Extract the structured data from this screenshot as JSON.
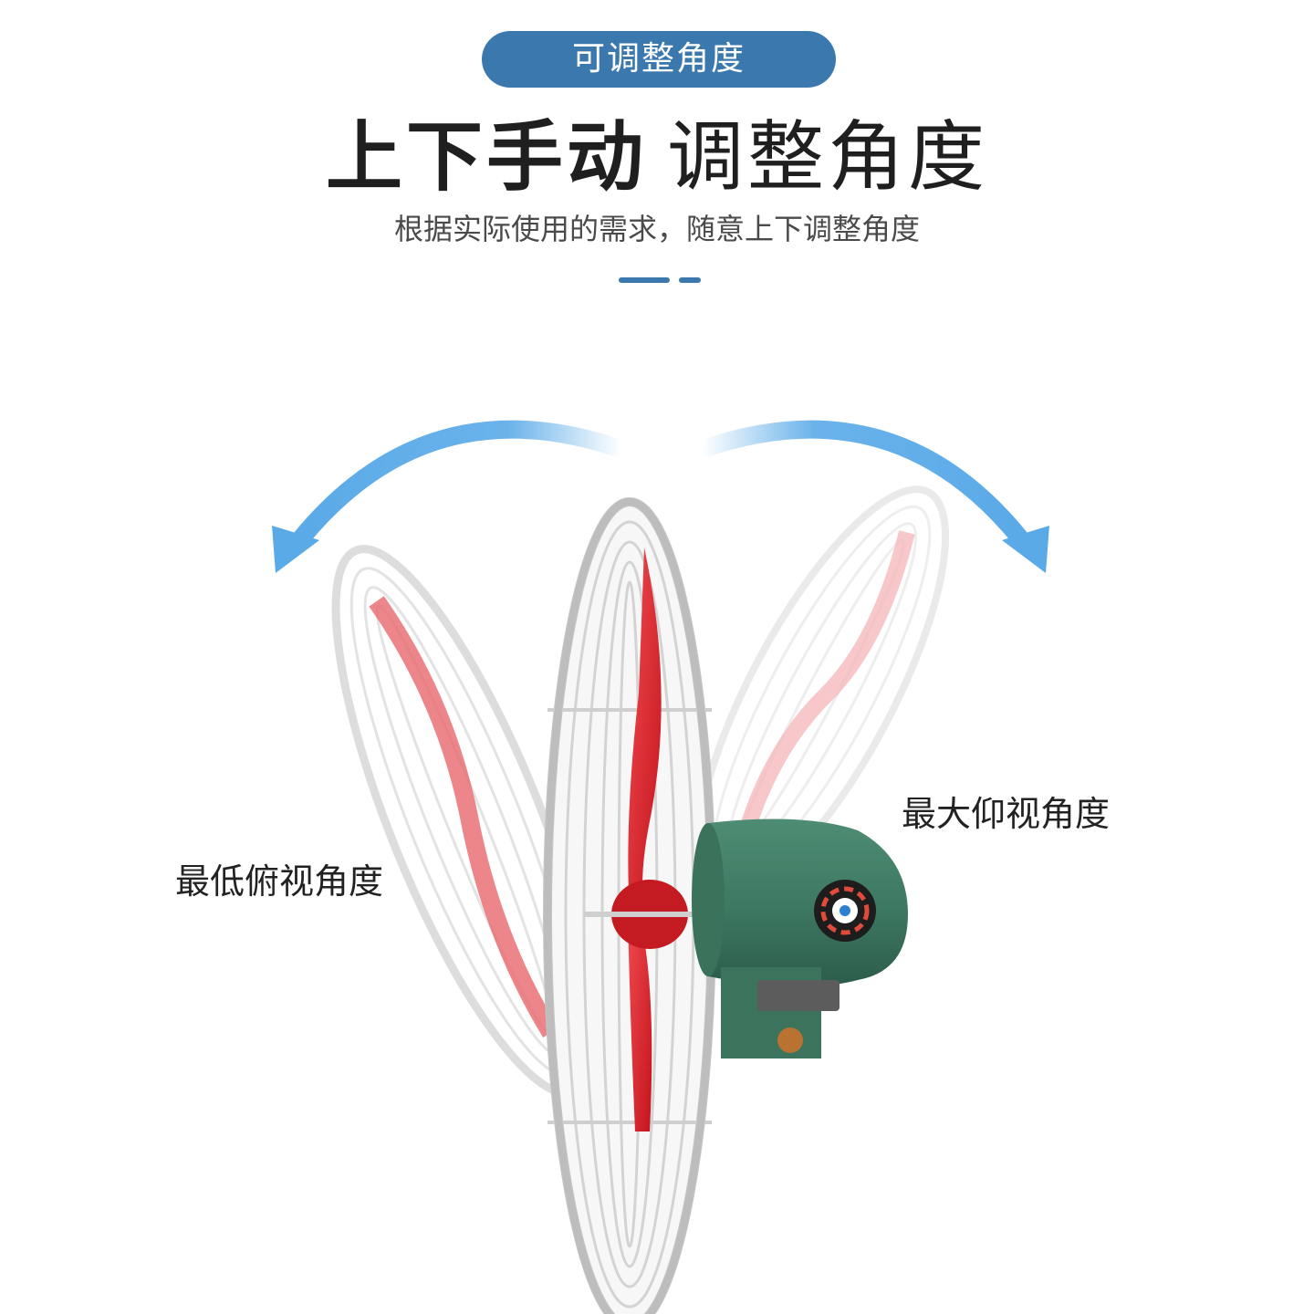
{
  "header": {
    "pill_label": "可调整角度",
    "headline_bold": "上下手动",
    "headline_light": "调整角度",
    "subtitle": "根据实际使用的需求，随意上下调整角度"
  },
  "labels": {
    "min_angle": "最低俯视角度",
    "max_angle": "最大仰视角度"
  },
  "icons": {
    "left_arrow": "curved-arrow-left-icon",
    "right_arrow": "curved-arrow-right-icon"
  },
  "colors": {
    "accent_blue": "#3b78ad",
    "arrow_blue": "#5aaae8",
    "motor_green": "#3e7a63",
    "blade_red": "#d8222b",
    "guard_white": "#f2f2f2"
  }
}
